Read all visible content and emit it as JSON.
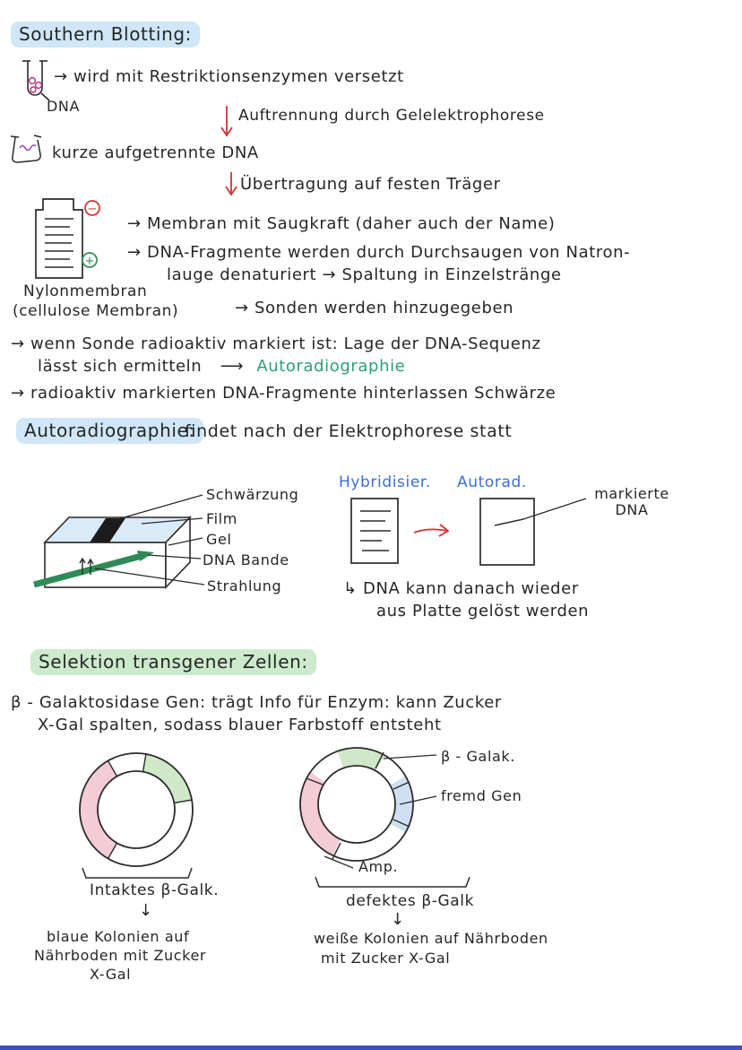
{
  "header": {
    "title": "Southern Blotting:"
  },
  "flow": {
    "step1_text": "→ wird mit Restriktionsenzymen versetzt",
    "tube1_label": "DNA",
    "arrow1_label": "Auftrennung durch Gelelektrophorese",
    "step2_text": "kurze aufgetrennte DNA",
    "arrow2_label": "Übertragung auf festen Träger"
  },
  "membrane": {
    "minus": "−",
    "plus": "+",
    "line1": "→ Membran mit Saugkraft (daher auch der Name)",
    "line2": "→ DNA-Fragmente werden durch Durchsaugen von Natron-",
    "line3": "lauge denaturiert → Spaltung in Einzelstränge",
    "caption1": "Nylonmembran",
    "caption2": "(cellulose Membran)",
    "line4": "→ Sonden werden hinzugegeben"
  },
  "notes": {
    "line1": "→ wenn Sonde radioaktiv markiert ist: Lage der DNA-Sequenz",
    "line2a": "lässt sich ermitteln",
    "line2_arrow": "⟶",
    "line2b": "Autoradiographie",
    "line3": "→ radioaktiv markierten DNA-Fragmente hinterlassen Schwärze"
  },
  "autorad": {
    "title": "Autoradiographie:",
    "subtitle": "findet nach der Elektrophorese statt",
    "labels": [
      "Schwärzung",
      "Film",
      "Gel",
      "DNA Bande",
      "Strahlung"
    ],
    "hybrid": "Hybridisier.",
    "autorad": "Autorad.",
    "marked_dna": "markierte DNA",
    "plate1": "↳ DNA kann danach wieder",
    "plate2": "aus Platte gelöst werden"
  },
  "selection": {
    "title": "Selektion transgener Zellen:",
    "intro1": "β - Galaktosidase Gen: trägt Info für Enzym: kann Zucker",
    "intro2": "X-Gal spalten, sodass blauer Farbstoff entsteht",
    "left": {
      "caption": "Intaktes β-Galk.",
      "arrow": "↓",
      "result1": "blaue Kolonien auf",
      "result2": "Nährboden mit Zucker",
      "result3": "X-Gal"
    },
    "right": {
      "gene1": "β - Galak.",
      "gene2": "fremd Gen",
      "gene3": "Amp.",
      "caption": "defektes β-Galk",
      "arrow": "↓",
      "result1": "weiße Kolonien auf Nährboden",
      "result2": "mit Zucker X-Gal"
    }
  },
  "colors": {
    "ink": "#262626",
    "red": "#cf3333",
    "green_text": "#2e9e77",
    "blue_text": "#3b6fd4",
    "blue_highlight": "#cfe7f8",
    "green_highlight": "#cdeacd",
    "pink_segment": "#f3ccd6",
    "green_segment": "#cfe8c8",
    "blue_segment": "#cfe0f3",
    "bottom_bar": "#3f51c1"
  }
}
